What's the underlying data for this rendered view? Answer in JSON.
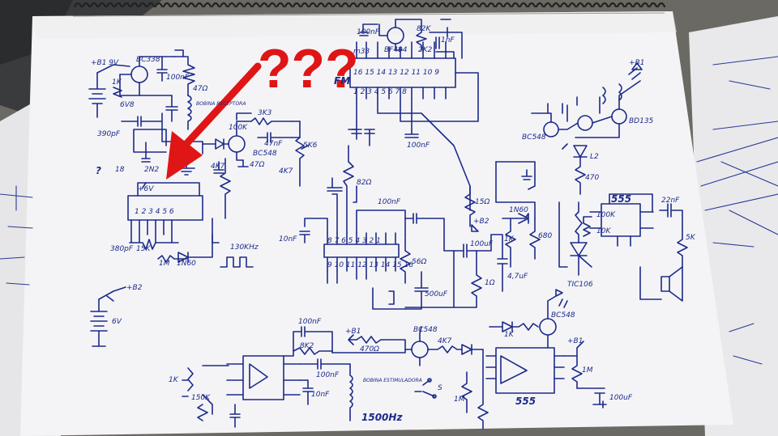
{
  "labels": {
    "power_top_left": "+B1 9V",
    "transistor_bc338": "BC338",
    "cap_100nf_a": "100nF",
    "res_47": "47Ω",
    "bobina_receptora": "BOBINA RECEPTORA",
    "cap_390pf": "390pF",
    "cap_2n2": "2N2",
    "res_1k_a": "1K",
    "zener_6v8": "6V8",
    "res_100k": "100K",
    "transistor_bc548_mid": "BC548",
    "res_3k3": "3K3",
    "cap_47nf": "47nF",
    "res_47r": "47Ω",
    "res_4k7_a": "4K7",
    "res_5k6": "5K6",
    "res_4k7_b": "4K7",
    "question_18": "18",
    "plus_6v": "+6V",
    "cap_380pf": "380pF",
    "res_1m_a": "1M",
    "diode_1n60": "1N60",
    "res_15k": "15K",
    "freq_130khz": "130KHz",
    "power_b2_left": "+B2",
    "battery_6v": "6V",
    "ic_fm": "FM",
    "fm_pin_m33": "m33",
    "transistor_bf494": "BF494",
    "res_82k": "82K",
    "cap_1n": "1nF",
    "res_2k2": "2K2",
    "cap_100nf_b": "100nF",
    "cap_100nf_c": "100nF",
    "res_82r": "82Ω",
    "cap_10nf_a": "10nF",
    "cap_100nf_d": "100nF",
    "res_56r": "56Ω",
    "cap_500uf": "500uF",
    "res_15r": "15Ω",
    "power_b2_mid": "+B2",
    "cap_100uf": "100uF",
    "res_1r": "1Ω",
    "cap_47uf": "4,7uF",
    "res_1k_b": "1K",
    "res_680": "680",
    "diode_1n60_b": "1N60",
    "scr_tic106": "TIC106",
    "ic_555_top": "555",
    "res_470": "470",
    "led_l2": "L2",
    "transistor_bc548_tr": "BC548",
    "transistor_bd135": "BD135",
    "power_b1_right": "+B1",
    "res_100k_b": "100K",
    "res_10k": "10K",
    "cap_22nf": "22nF",
    "res_5k": "5K",
    "res_1k_c": "1K",
    "res_150k": "150K",
    "cap_100nf_e": "100nF",
    "res_8k2": "8K2",
    "cap_100nf_f": "100nF",
    "cap_10nf_b": "10nF",
    "bobina_estimuladora": "BOBINA ESTIMULADORA",
    "freq_1500hz": "1500Hz",
    "power_b1_bottom": "+B1",
    "res_470r": "470Ω",
    "transistor_bc548_bot": "BC548",
    "res_4k7_c": "4K7",
    "res_1k_d": "1K",
    "transistor_bc548_bot2": "BC548",
    "power_b1_bottom2": "+B1",
    "res_1m_b": "1M",
    "res_1m_c": "1M",
    "cap_100uf_b": "100uF",
    "ic_555_bottom": "555",
    "switch_s": "S"
  },
  "annotation": {
    "question_marks": "???",
    "arrow_color": "#e01515"
  }
}
